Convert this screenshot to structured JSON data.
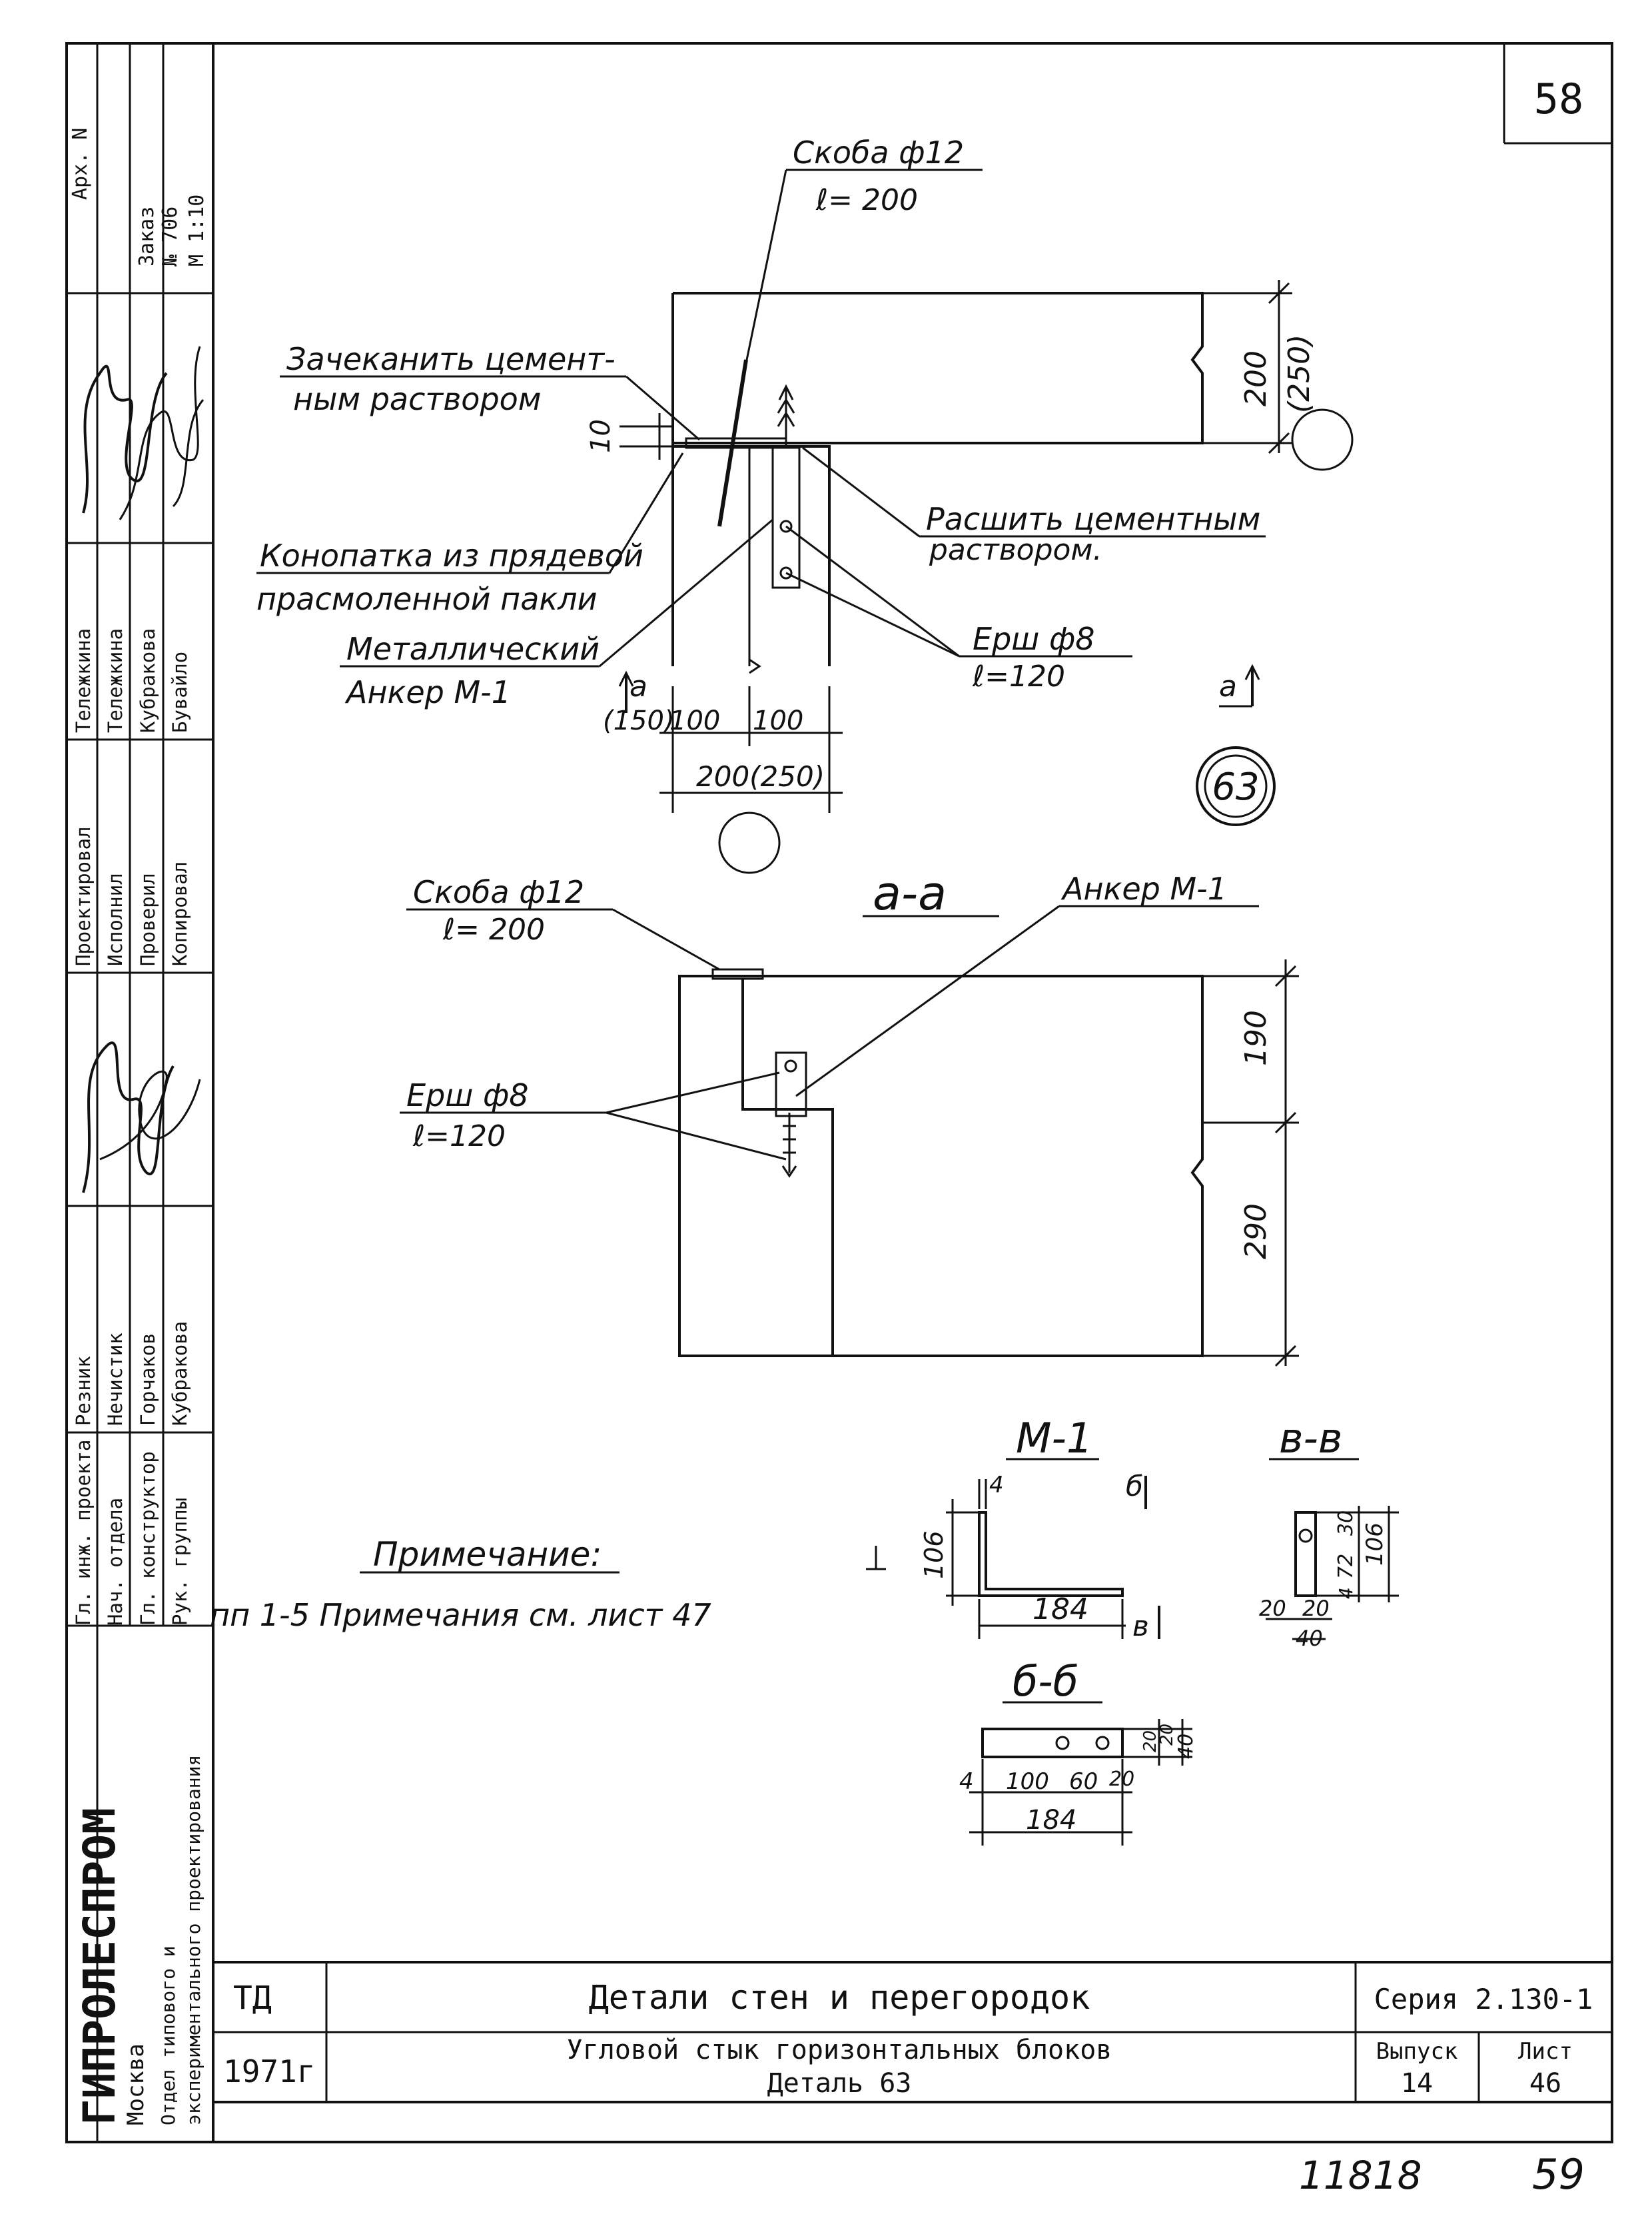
{
  "page_number_top": "58",
  "page_number_bottom": "59",
  "archive_number": "11818",
  "side_stamp": {
    "archive_col": [
      "Арх. N",
      "",
      "Заказ",
      "№ 706",
      "М 1:10"
    ],
    "roles_upper": [
      "Проектировал",
      "Исполнил",
      "Проверил",
      "Копировал"
    ],
    "names_upper": [
      "Тележкина",
      "Тележкина",
      "Кубракова",
      "Бувайло"
    ],
    "roles_lower": [
      "Гл. инж. проекта",
      "Нач. отдела",
      "Гл. конструктор",
      "Рук. группы"
    ],
    "names_lower": [
      "Резник",
      "Нечистик",
      "Горчаков",
      "Кубракова"
    ],
    "org_name": "ГИПРОЛЕСПРОМ",
    "org_city": "Москва",
    "org_dept_1": "Отдел типового и",
    "org_dept_2": "экспериментального проектирования"
  },
  "detail": {
    "top_view": {
      "label_bracket": "Скоба ф12",
      "label_bracket_len": "ℓ= 200",
      "label_caulk_1": "Зачеканить цемент-",
      "label_caulk_2": "ным раствором",
      "label_gap": "10",
      "label_tow_1": "Конопатка из прядевой",
      "label_tow_2": "прасмоленной пакли",
      "label_anchor_1": "Металлический",
      "label_anchor_2": "Анкер М-1",
      "label_joint_1": "Расшить цементным",
      "label_joint_2": "раствором.",
      "label_ruff": "Ерш ф8",
      "label_ruff_len": "ℓ=120",
      "dim_height": "200",
      "dim_height_alt": "(250)",
      "dim_a": "(150)",
      "dim_b": "100",
      "dim_c": "100",
      "dim_total": "200(250)",
      "section_mark": "а",
      "detail_number": "63"
    },
    "section_view": {
      "title": "а-а",
      "label_bracket": "Скоба ф12",
      "label_bracket_len": "ℓ= 200",
      "label_anchor": "Анкер М-1",
      "label_ruff": "Ерш ф8",
      "label_ruff_len": "ℓ=120",
      "dim_upper": "190",
      "dim_lower": "290"
    },
    "anchor_m1": {
      "title": "М-1",
      "dim_thickness": "4",
      "dim_height": "106",
      "dim_length": "184",
      "section_mark_b": "б",
      "section_mark_v": "в"
    },
    "section_vv": {
      "title": "в-в",
      "dims_right": [
        "30",
        "72",
        "4",
        "106"
      ],
      "dims_bottom": [
        "20",
        "20",
        "40"
      ]
    },
    "section_bb": {
      "title": "б-б",
      "dims_bottom": [
        "4",
        "100",
        "60",
        "20"
      ],
      "dim_total": "184",
      "dims_right": [
        "20",
        "20",
        "40"
      ]
    }
  },
  "note": {
    "title": "Примечание:",
    "text": "пп 1-5 Примечания см. лист 47"
  },
  "title_block": {
    "code": "ТД",
    "year": "1971г",
    "title": "Детали стен и перегородок",
    "subtitle_1": "Угловой стык горизонтальных блоков",
    "subtitle_2": "Деталь 63",
    "series": "Серия 2.130-1",
    "issue_label": "Выпуск",
    "issue_value": "14",
    "sheet_label": "Лист",
    "sheet_value": "46"
  }
}
